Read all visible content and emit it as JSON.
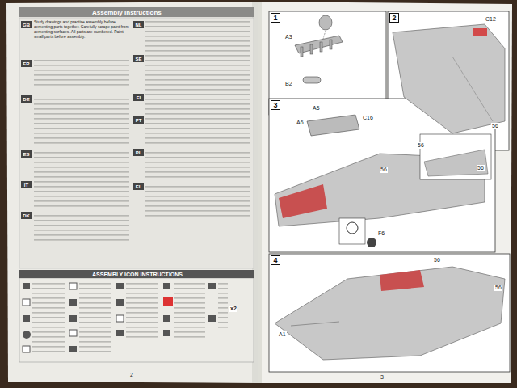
{
  "diagram": {
    "nodes": [
      {
        "text": [
          "Assembly Instructions"
        ]
      },
      {
        "text": [
          "GB"
        ]
      },
      {
        "text": [
          "FR"
        ]
      },
      {
        "text": [
          "DE"
        ]
      },
      {
        "text": [
          "ES"
        ]
      },
      {
        "text": [
          "IT"
        ]
      },
      {
        "text": [
          "DK"
        ]
      },
      {
        "text": [
          "NL"
        ]
      },
      {
        "text": [
          "SE"
        ]
      },
      {
        "text": [
          "FI"
        ]
      },
      {
        "text": [
          "PT"
        ]
      },
      {
        "text": [
          "PL"
        ]
      },
      {
        "text": [
          "EL"
        ]
      },
      {
        "text": [
          "ASSEMBLY ICON INSTRUCTIONS"
        ]
      },
      {
        "text": [
          "1"
        ]
      },
      {
        "text": [
          "2"
        ]
      },
      {
        "text": [
          "3"
        ]
      },
      {
        "text": [
          "4"
        ]
      }
    ],
    "labels": [
      "Study drawings and practise assembly before cementing parts together. Carefully scrape paint from cementing surfaces. All parts are numbered. Paint small parts before assembly.",
      "x2",
      "2",
      "3",
      "A3",
      "B2",
      "C12",
      "56",
      "A5",
      "A6",
      "C16",
      "56",
      "56",
      "56",
      "F6",
      "A1",
      "56",
      "56"
    ]
  }
}
